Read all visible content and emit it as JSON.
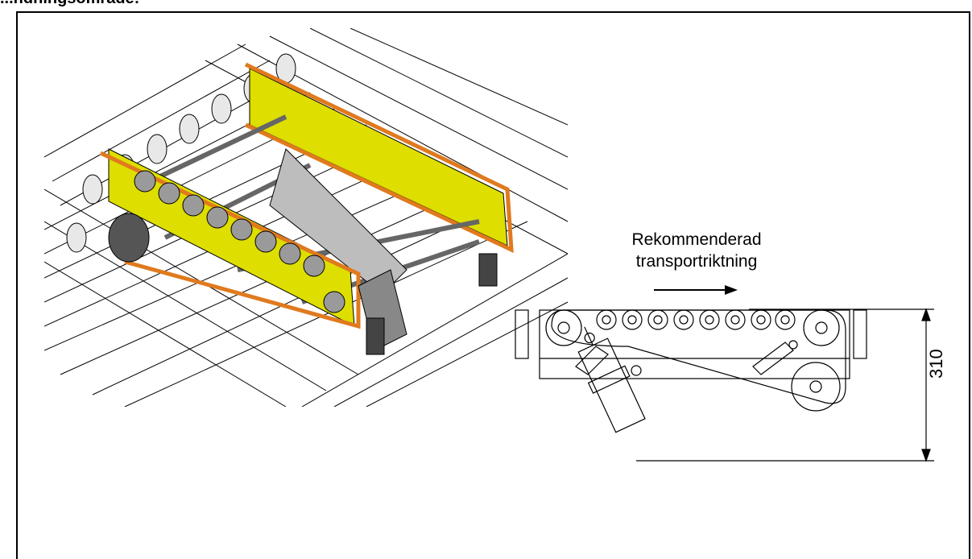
{
  "heading": "...ndningsomrade:",
  "caption_line1": "Rekommenderad",
  "caption_line2": "transportriktning",
  "dimension": "310",
  "colors": {
    "belt": "#e07a1e",
    "plate": "#dede00",
    "metal": "#9a9a9a",
    "line": "#000000"
  }
}
